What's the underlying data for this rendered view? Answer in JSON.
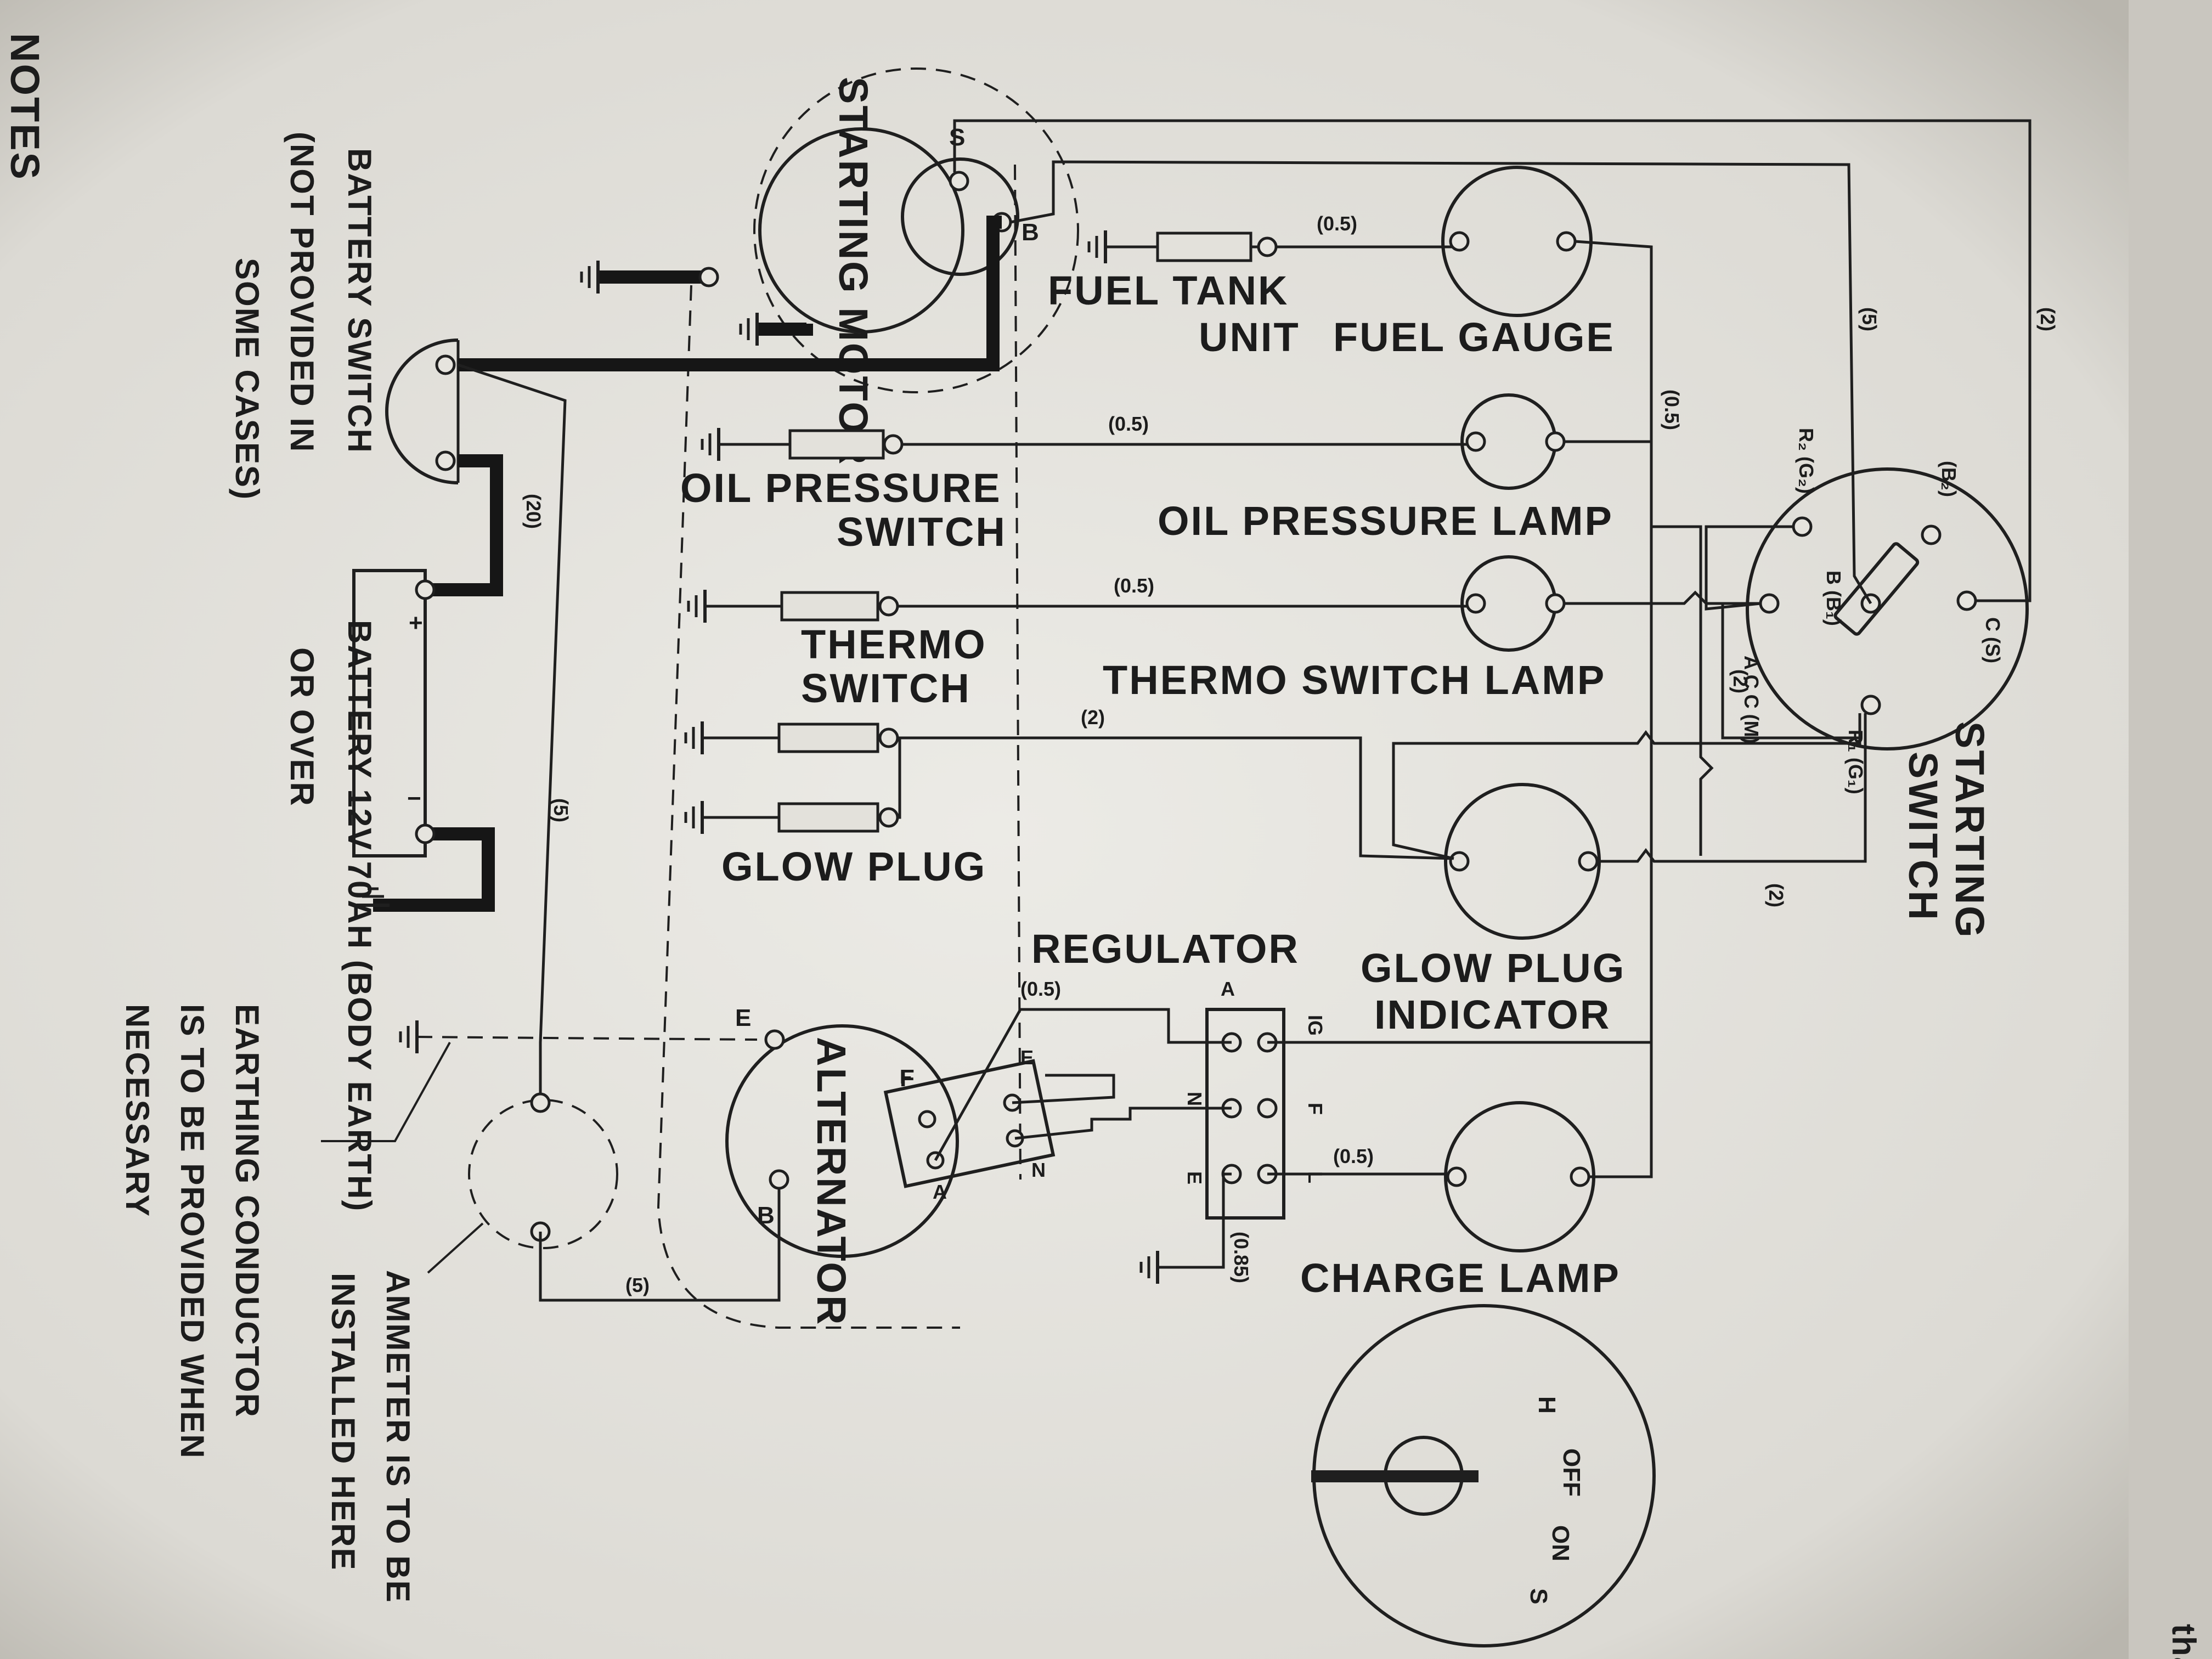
{
  "labels": {
    "starting_motor": "STARTING MOTOR",
    "starting_motor_s": "S",
    "starting_motor_b": "B",
    "fuel_tank_unit_line1": "FUEL TANK",
    "fuel_tank_unit_line2": "UNIT",
    "fuel_gauge": "FUEL GAUGE",
    "oil_pressure_switch_line1": "OIL PRESSURE",
    "oil_pressure_switch_line2": "SWITCH",
    "oil_pressure_lamp": "OIL PRESSURE LAMP",
    "thermo_switch_line1": "THERMO",
    "thermo_switch_line2": "SWITCH",
    "thermo_switch_lamp": "THERMO SWITCH LAMP",
    "glow_plug": "GLOW PLUG",
    "glow_plug_indicator_line1": "GLOW PLUG",
    "glow_plug_indicator_line2": "INDICATOR",
    "regulator": "REGULATOR",
    "charge_lamp": "CHARGE LAMP",
    "alternator": "ALTERNATOR",
    "starting_switch_line1": "STARTING",
    "starting_switch_line2": "SWITCH",
    "battery_switch_line1": "BATTERY SWITCH",
    "battery_switch_line2": "(NOT PROVIDED IN",
    "battery_switch_line3": "SOME CASES)",
    "battery_line1": "BATTERY 12V 70AH (BODY EARTH)",
    "battery_line2": "OR OVER",
    "earthing_line1": "EARTHING CONDUCTOR",
    "earthing_line2": "IS TO BE PROVIDED WHEN",
    "earthing_line3": "NECESSARY",
    "ammeter_line1": "AMMETER IS TO BE",
    "ammeter_line2": "INSTALLED HERE",
    "notes": "NOTES",
    "page_edge": "that"
  },
  "terminals": {
    "sw_b2": "(B₂)",
    "sw_r2": "R₂ (G₂)",
    "sw_b": "B (B₁)",
    "sw_c": "C (S)",
    "sw_acc": "A C C (M)",
    "sw_r1": "R₁ (G₁)",
    "alt_e": "E",
    "alt_f": "F",
    "alt_b": "B",
    "reg_a": "A",
    "reg_ig": "IG",
    "reg_n": "N",
    "reg_f": "F",
    "reg_e": "E",
    "reg_l": "L",
    "rl_e": "E",
    "rl_f": "F",
    "rl_a": "A",
    "rl_n": "N",
    "batt_plus": "+",
    "batt_minus": "−"
  },
  "wire_sizes": {
    "fuel_gauge_in": "(0.5)",
    "oil_lamp": "(0.5)",
    "thermo_lamp": "(0.5)",
    "bus": "(0.5)",
    "glow_plug_line": "(2)",
    "switch_b": "(5)",
    "switch_c": "(2)",
    "switch_acc": "(2)",
    "switch_r1": "(2)",
    "reg_alt_f": "(0.5)",
    "charge_lamp": "(0.5)",
    "reg_earth": "(0.85)",
    "alt_b": "(5)",
    "batt_main": "(20)",
    "ammeter_line": "(5)"
  },
  "key_positions": {
    "h": "H",
    "off": "OFF",
    "on": "ON",
    "s": "S"
  }
}
